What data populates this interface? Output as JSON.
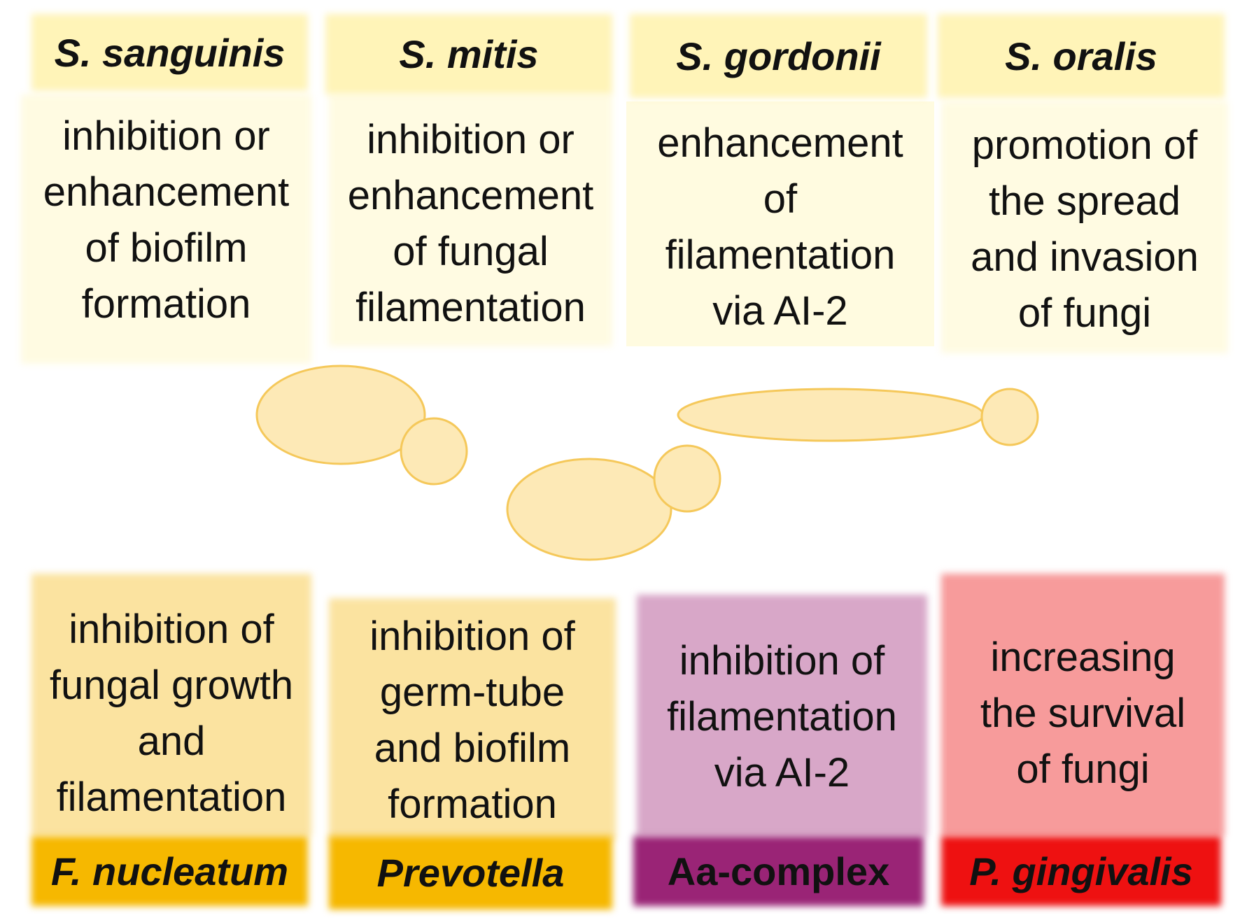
{
  "top_panels": [
    {
      "name": "S. sanguinis",
      "effect": "inhibition or\nenhancement\nof biofilm\nformation",
      "color": "#fff6c4"
    },
    {
      "name": "S. mitis",
      "effect": "inhibition or\nenhancement\nof fungal\nfilamentation",
      "color": "#fff6c4"
    },
    {
      "name": "S. gordonii",
      "effect": "enhancement\nof\nfilamentation\nvia AI-2",
      "color": "#fff6c4"
    },
    {
      "name": "S. oralis",
      "effect": "promotion of\nthe spread\nand invasion\nof fungi",
      "color": "#fff6c4"
    }
  ],
  "bottom_panels": [
    {
      "name": "F. nucleatum",
      "effect": "inhibition of\nfungal growth\nand\nfilamentation",
      "color": "#fbe3a0",
      "label_color": "#f6b800",
      "italic": true
    },
    {
      "name": "Prevotella",
      "effect": "inhibition of\ngerm-tube\nand biofilm\nformation",
      "color": "#fbe3a0",
      "label_color": "#f6b800",
      "italic": true
    },
    {
      "name": "Aa-complex",
      "effect": "inhibition of\nfilamentation\nvia AI-2",
      "color": "#d8a7c8",
      "label_color": "#9a2476",
      "italic": false
    },
    {
      "name": "P. gingivalis",
      "effect": "increasing\nthe survival\nof fungi",
      "color": "#f79b9b",
      "label_color": "#ee1111",
      "italic": true
    }
  ],
  "colors": {
    "top_header": "#fff4b8",
    "cell_fill": "#fde9b6",
    "cell_stroke": "#f5c85a"
  }
}
